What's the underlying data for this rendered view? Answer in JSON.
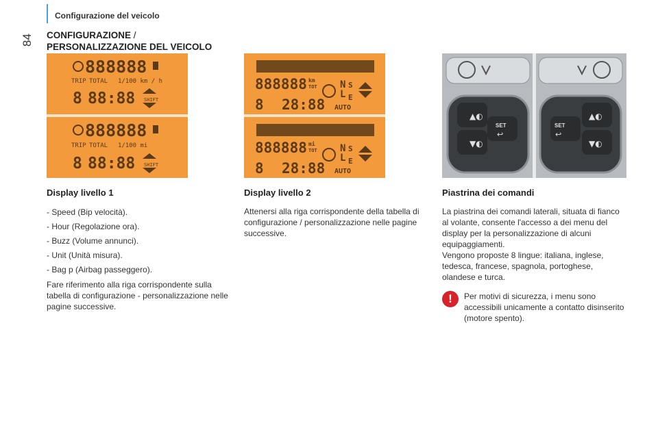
{
  "header": {
    "section_title": "Configurazione del veicolo",
    "page_number": "84"
  },
  "title": {
    "line1": "CONFIGURAZIONE",
    "slash": " /",
    "line2": "PERSONALIZZAZIONE DEL VEICOLO"
  },
  "display1_lcd": {
    "digits": "888888",
    "trip": "TRIP",
    "total": "TOTAL",
    "unit_km": "1/100 km  /  h",
    "unit_mi": "1/100 mi",
    "clock": "88:88",
    "shift": "SHIFT",
    "gear": "8"
  },
  "display2_lcd": {
    "digits": "888888",
    "km": "km",
    "mi": "mi",
    "tot": "TOT",
    "clock": "28:88",
    "gear": "8",
    "n": "N",
    "s": "S",
    "l": "L",
    "e": "E",
    "auto": "AUTO"
  },
  "cmd_panel": {
    "set_label": "SET"
  },
  "section1": {
    "heading": "Display livello 1",
    "items": [
      "Speed (Bip velocità).",
      "Hour (Regolazione ora).",
      "Buzz (Volume annunci).",
      "Unit (Unità misura).",
      "Bag p (Airbag passeggero)."
    ],
    "paragraph": "Fare riferimento alla riga corrispondente sulla tabella di configurazione - personalizzazione nelle pagine successive."
  },
  "section2": {
    "heading": "Display livello 2",
    "paragraph": "Attenersi alla riga corrispondente della tabella di configurazione / personalizzazione nelle pagine successive."
  },
  "section3": {
    "heading": "Piastrina dei comandi",
    "paragraph1": "La piastrina dei comandi laterali, situata di fianco al volante, consente l'accesso a dei menu del display per la personalizzazione di alcuni equipaggiamenti.",
    "paragraph2": "Vengono proposte 8 lingue: italiana, inglese, tedesca, francese, spagnola, portoghese, olandese e turca.",
    "warning_icon": "!",
    "warning": "Per motivi di sicurezza, i menu sono accessibili unicamente a contatto disinserito (motore spento)."
  },
  "colors": {
    "lcd_bg": "#f39a3c",
    "accent_bar": "#4aa3d8",
    "warning_red": "#d8222a"
  }
}
